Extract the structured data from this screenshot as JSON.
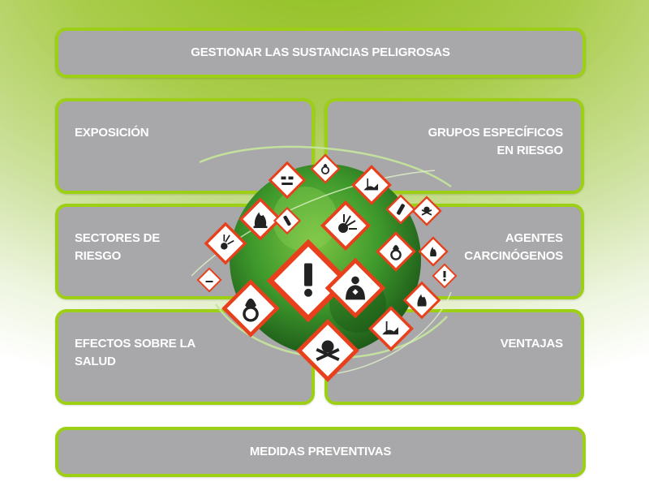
{
  "header_button": {
    "label": "GESTIONAR LAS SUSTANCIAS PELIGROSAS"
  },
  "cards": {
    "exposicion": "EXPOSICIÓN",
    "grupos": "GRUPOS ESPECÍFICOS\nEN RIESGO",
    "sectores": "SECTORES DE\nRIESGO",
    "agentes": "AGENTES\nCARCINÓGENOS",
    "efectos": "EFECTOS SOBRE LA\nSALUD",
    "ventajas": "VENTAJAS"
  },
  "footer_button": {
    "label": "MEDIDAS PREVENTIVAS"
  },
  "colors": {
    "card_fill": "#a8a8ab",
    "card_border": "#9dcf14",
    "pictogram_border": "#e8401c",
    "globe_green": "#3f9a2c"
  },
  "icons": [
    "hazard-globe-illustration",
    "exclamation-icon",
    "health-hazard-icon",
    "flame-icon",
    "flame-over-circle-icon",
    "exploding-bomb-icon",
    "skull-crossbones-icon",
    "corrosion-icon",
    "environment-icon",
    "gas-cylinder-icon"
  ]
}
